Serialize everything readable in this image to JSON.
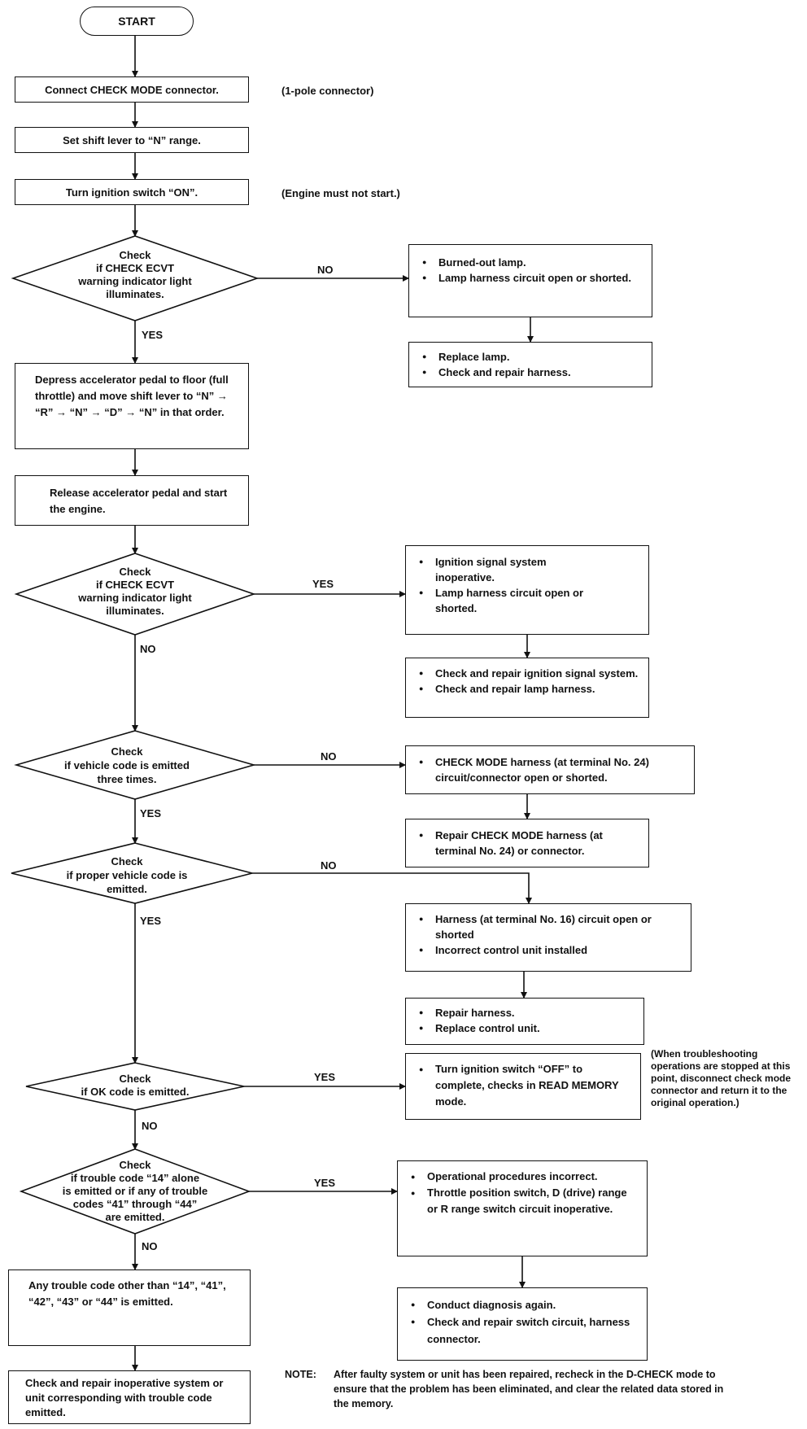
{
  "start": "START",
  "steps": {
    "s1": "Connect CHECK MODE connector.",
    "s1_note": "(1-pole connector)",
    "s2": "Set shift lever to “N” range.",
    "s3": "Turn ignition switch “ON”.",
    "s3_note": "(Engine must not start.)",
    "s4": "Depress accelerator pedal to floor (full throttle) and move shift lever to “N” → “R” → “N” → “D” → “N” in that order.",
    "s5": "Release accelerator pedal and start the engine.",
    "s6": "Any trouble code other than “14”, “41”, “42”, “43” or “44” is emitted.",
    "s7": "Check and repair inoperative system or unit corresponding with trouble code emitted."
  },
  "decisions": {
    "d1": [
      "Check",
      "if CHECK ECVT",
      "warning indicator light",
      "illuminates."
    ],
    "d2": [
      "Check",
      "if CHECK ECVT",
      "warning indicator light",
      "illuminates."
    ],
    "d3": [
      "Check",
      "if vehicle code is emitted",
      "three times."
    ],
    "d4": [
      "Check",
      "if proper vehicle code is",
      "emitted."
    ],
    "d5": [
      "Check",
      "if OK code is emitted."
    ],
    "d6": [
      "Check",
      "if trouble code “14” alone",
      "is emitted or if any of trouble",
      "codes “41” through “44”",
      "are emitted."
    ]
  },
  "labels": {
    "yes": "YES",
    "no": "NO"
  },
  "side": {
    "a1": [
      "Burned-out lamp.",
      "Lamp harness circuit open or shorted."
    ],
    "a2": [
      "Replace lamp.",
      "Check and repair harness."
    ],
    "b1": [
      "Ignition signal system inoperative.",
      "Lamp harness circuit open or shorted."
    ],
    "b2": [
      "Check and repair ignition signal system.",
      "Check and repair lamp harness."
    ],
    "c1": [
      "CHECK MODE harness (at terminal No. 24) circuit/connector open or shorted."
    ],
    "c2": [
      "Repair CHECK MODE harness (at terminal No. 24) or connector."
    ],
    "e1": [
      "Harness (at terminal No. 16) circuit open or shorted",
      "Incorrect control unit installed"
    ],
    "e2": [
      "Repair harness.",
      "Replace control unit."
    ],
    "f1": [
      "Turn ignition switch “OFF” to complete, checks in READ MEMORY mode."
    ],
    "f1_note": "(When troubleshooting operations are stopped at this point, disconnect check mode connector and return it to the original operation.)",
    "g1": [
      "Operational procedures incorrect.",
      "Throttle position switch, D (drive) range or R range switch circuit inoperative."
    ],
    "g2": [
      "Conduct diagnosis again.",
      "Check and repair switch circuit, harness connector."
    ]
  },
  "note": {
    "label": "NOTE:",
    "text": "After faulty system or unit has been repaired, recheck in the D-CHECK mode to ensure that the problem has been eliminated, and clear the related data stored in the memory."
  }
}
